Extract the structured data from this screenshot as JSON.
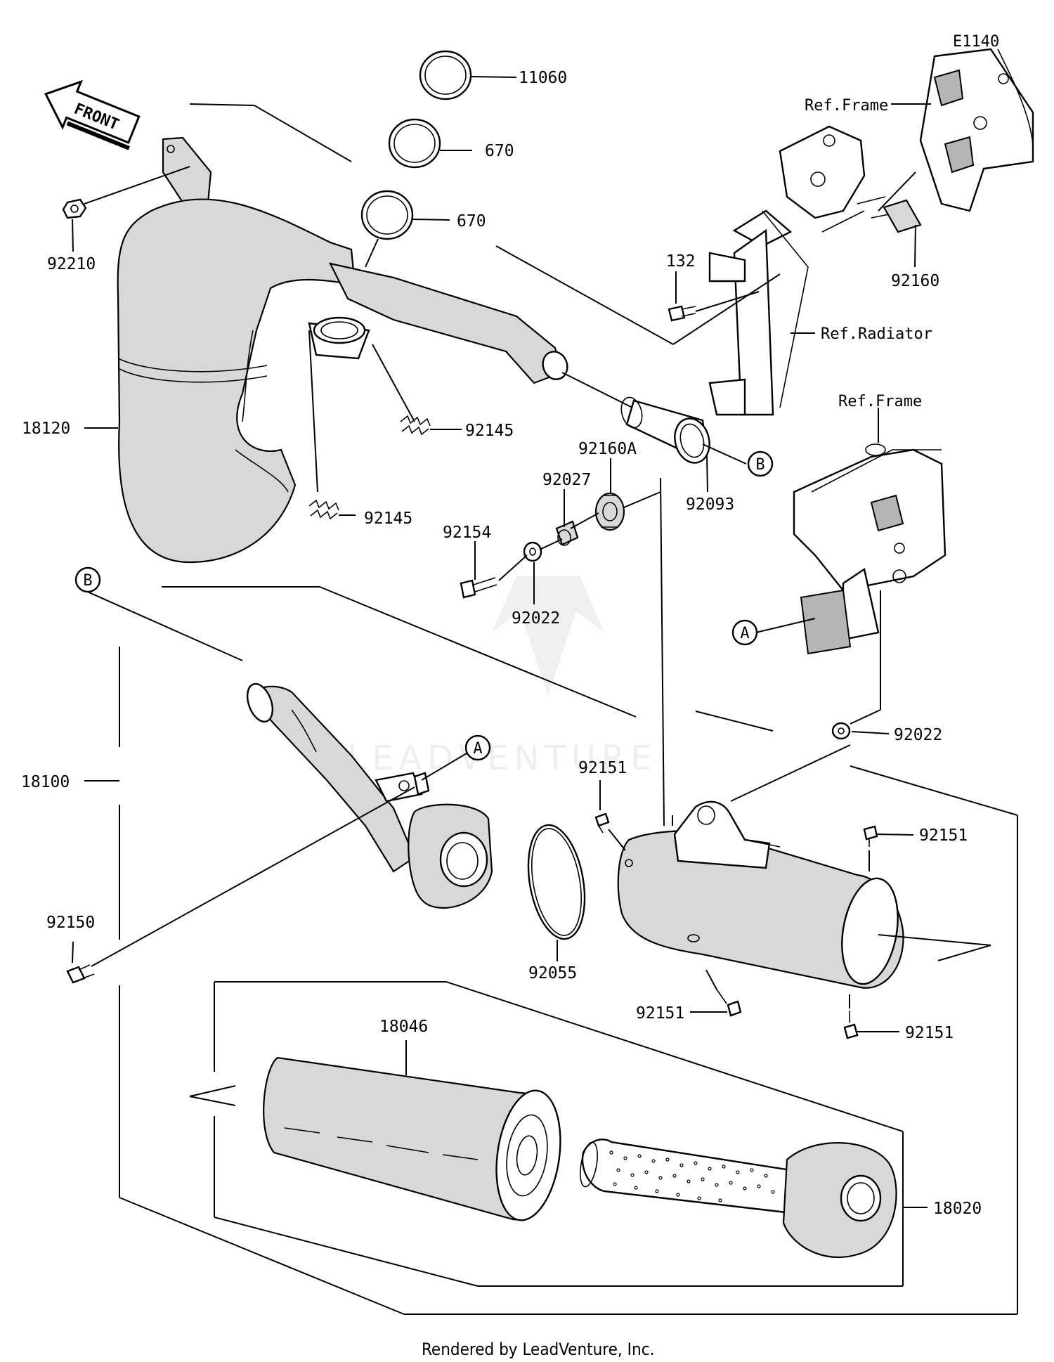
{
  "diagram_code": "E1140",
  "front_label": "FRONT",
  "callouts": {
    "p11060": "11060",
    "p670a": "670",
    "p670b": "670",
    "p92210": "92210",
    "p132": "132",
    "p92160": "92160",
    "p18120": "18120",
    "p92145a": "92145",
    "p92145b": "92145",
    "p92160A": "92160A",
    "p92027": "92027",
    "p92154": "92154",
    "p92022a": "92022",
    "p92093": "92093",
    "p18100": "18100",
    "p92151a": "92151",
    "p92151b": "92151",
    "p92022b": "92022",
    "p92150": "92150",
    "p92055": "92055",
    "p92151c": "92151",
    "p92151d": "92151",
    "p18046": "18046",
    "p18020": "18020"
  },
  "references": {
    "ref_frame_top": "Ref.Frame",
    "ref_radiator": "Ref.Radiator",
    "ref_frame_mid": "Ref.Frame"
  },
  "connectors": {
    "b_top": "B",
    "b_left": "B",
    "a_right": "A",
    "a_left": "A"
  },
  "watermark": "LEADVENTURE",
  "footer": "Rendered by LeadVenture, Inc."
}
